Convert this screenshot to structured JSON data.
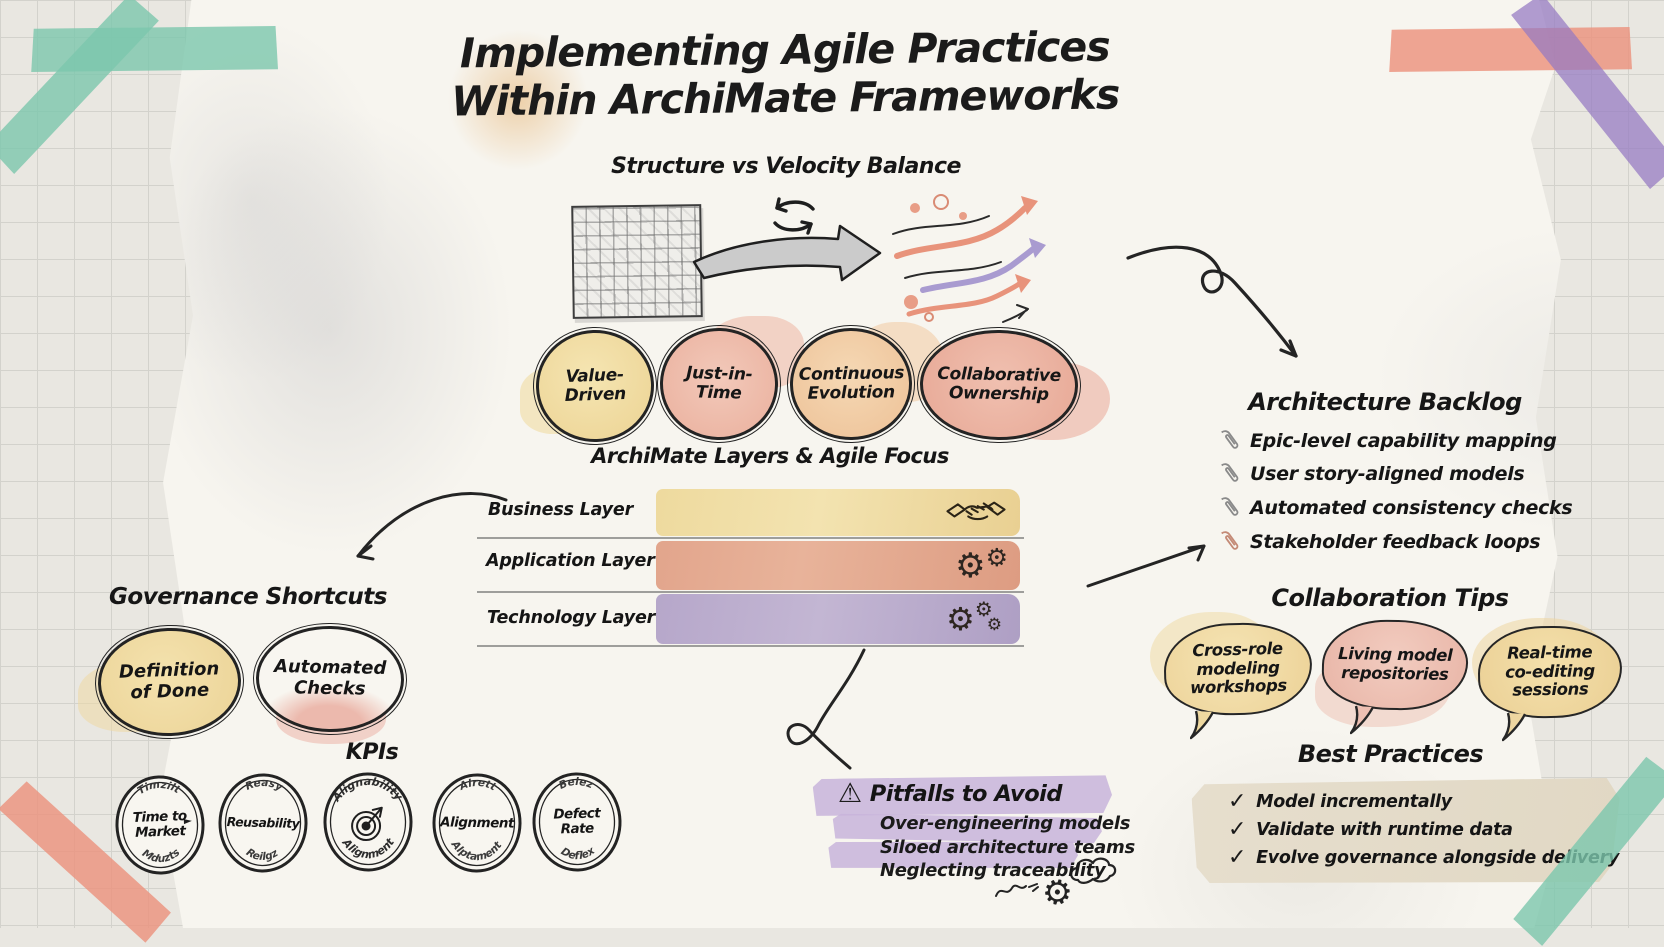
{
  "title": {
    "line1": "Implementing Agile Practices",
    "line2": "Within ArchiMate Frameworks"
  },
  "balance": {
    "heading": "Structure vs Velocity Balance"
  },
  "principles": {
    "badges": [
      {
        "label": "Value-Driven",
        "color": "#f0dca2"
      },
      {
        "label": "Just-in-Time",
        "color": "#eebaa9"
      },
      {
        "label": "Continuous Evolution",
        "color": "#f1cda6"
      },
      {
        "label": "Collaborative Ownership",
        "color": "#ecb4a4"
      }
    ]
  },
  "layers": {
    "heading": "ArchiMate Layers & Agile Focus",
    "rows": [
      {
        "label": "Business Layer",
        "color": "#edd89d",
        "icon": "handshake-icon"
      },
      {
        "label": "Application Layer",
        "color": "#e1a289",
        "icon": "gears-icon"
      },
      {
        "label": "Technology Layer",
        "color": "#b4a5c8",
        "icon": "gears-icon"
      }
    ]
  },
  "backlog": {
    "heading": "Architecture Backlog",
    "items": [
      "Epic-level capability mapping",
      "User story-aligned models",
      "Automated consistency checks",
      "Stakeholder feedback loops"
    ]
  },
  "governance": {
    "heading": "Governance Shortcuts",
    "badges": [
      {
        "label": "Definition of Done",
        "color": "#efd9a4"
      },
      {
        "label": "Automated Checks",
        "color": "#ecb9ad"
      }
    ]
  },
  "kpis": {
    "heading": "KPIs",
    "badges": [
      {
        "label": "Time to Market",
        "deco_top": "Timzilt",
        "deco_bottom": "Mduzts"
      },
      {
        "label": "Reusability",
        "deco_top": "Reasy",
        "deco_bottom": "Reilgz"
      },
      {
        "label": "",
        "icon": "target-icon",
        "deco_top": "Alignability",
        "deco_bottom": "Alignment"
      },
      {
        "label": "Alignment",
        "deco_top": "Alrett",
        "deco_bottom": "Alptament"
      },
      {
        "label": "Defect Rate",
        "deco_top": "Belez",
        "deco_bottom": "Deflex"
      }
    ]
  },
  "collaboration": {
    "heading": "Collaboration Tips",
    "bubbles": [
      {
        "label": "Cross-role modeling workshops",
        "color": "#efd9a0"
      },
      {
        "label": "Living model repositories",
        "color": "#edbfb2"
      },
      {
        "label": "Real-time co-editing sessions",
        "color": "#eed6a0"
      }
    ]
  },
  "pitfalls": {
    "heading": "Pitfalls to Avoid",
    "highlight_color": "#c8b4da",
    "items": [
      "Over-engineering models",
      "Siloed architecture teams",
      "Neglecting traceability"
    ]
  },
  "best_practices": {
    "heading": "Best Practices",
    "items": [
      "Model incrementally",
      "Validate with runtime data",
      "Evolve governance alongside delivery"
    ]
  }
}
